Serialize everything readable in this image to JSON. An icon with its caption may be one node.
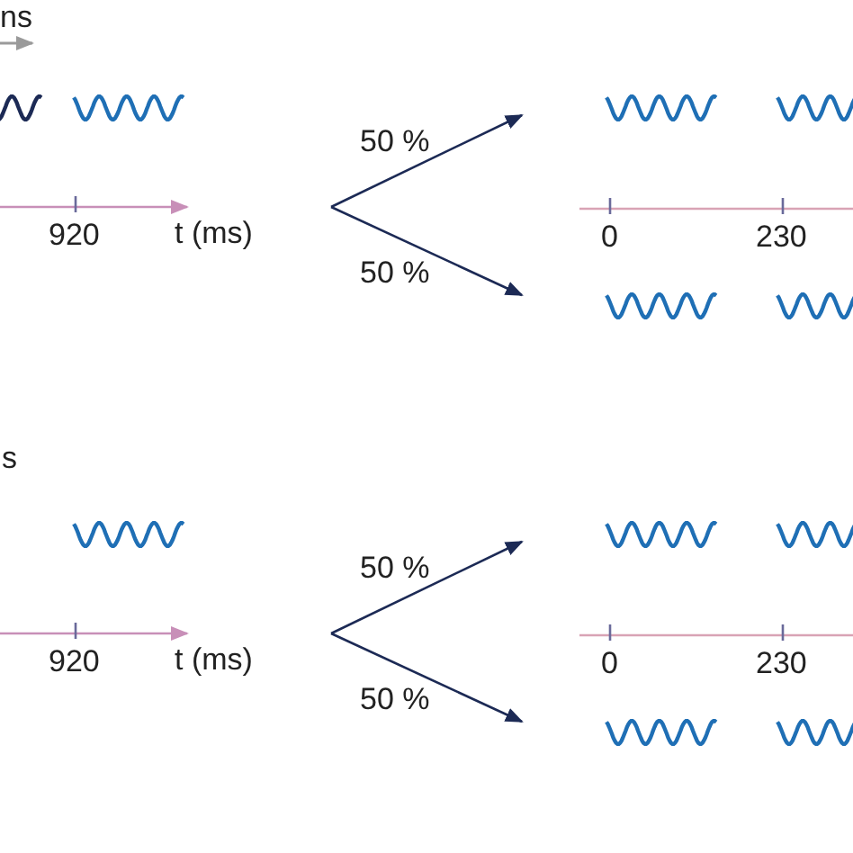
{
  "diagram": {
    "labels": [
      "ns",
      "50 %",
      "920",
      "t (ms)",
      "0",
      "230",
      "50 %",
      "s",
      "50 %",
      "920",
      "t (ms)",
      "0",
      "230",
      "50 %"
    ]
  }
}
